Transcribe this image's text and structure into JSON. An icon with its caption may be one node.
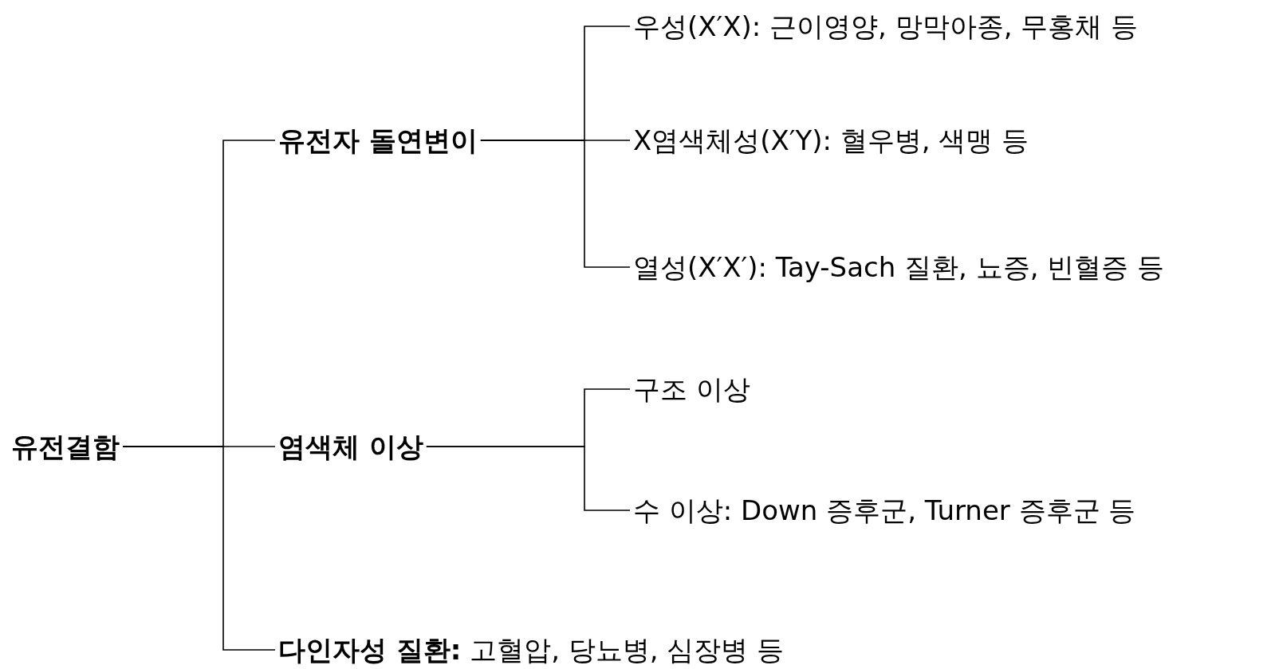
{
  "diagram": {
    "nodes": [
      {
        "text": [
          "유전결함"
        ]
      },
      {
        "text": [
          "유전자 돌연변이"
        ]
      },
      {
        "text": [
          "염색체 이상"
        ]
      },
      {
        "text": [
          "**다인자성 질환:** 고혈압, 당뇨병, 심장병 등"
        ]
      },
      {
        "text": [
          "우성(X′X): 근이영양, 망막아종, 무홍채 등"
        ]
      },
      {
        "text": [
          "X염색체성(X′Y): 혈우병, 색맹 등"
        ]
      },
      {
        "text": [
          "열성(X′X′): Tay-Sach 질환, 뇨증, 빈혈증 등"
        ]
      },
      {
        "text": [
          "구조 이상"
        ]
      },
      {
        "text": [
          "수 이상: Down 증후군, Turner 증후군 등"
        ]
      }
    ],
    "edges": [
      {
        "from": 0,
        "to": 1,
        "arrow": "none"
      },
      {
        "from": 0,
        "to": 2,
        "arrow": "none"
      },
      {
        "from": 0,
        "to": 3,
        "arrow": "none"
      },
      {
        "from": 1,
        "to": 4,
        "arrow": "none"
      },
      {
        "from": 1,
        "to": 5,
        "arrow": "none"
      },
      {
        "from": 1,
        "to": 6,
        "arrow": "none"
      },
      {
        "from": 2,
        "to": 7,
        "arrow": "none"
      },
      {
        "from": 2,
        "to": 8,
        "arrow": "none"
      }
    ]
  }
}
